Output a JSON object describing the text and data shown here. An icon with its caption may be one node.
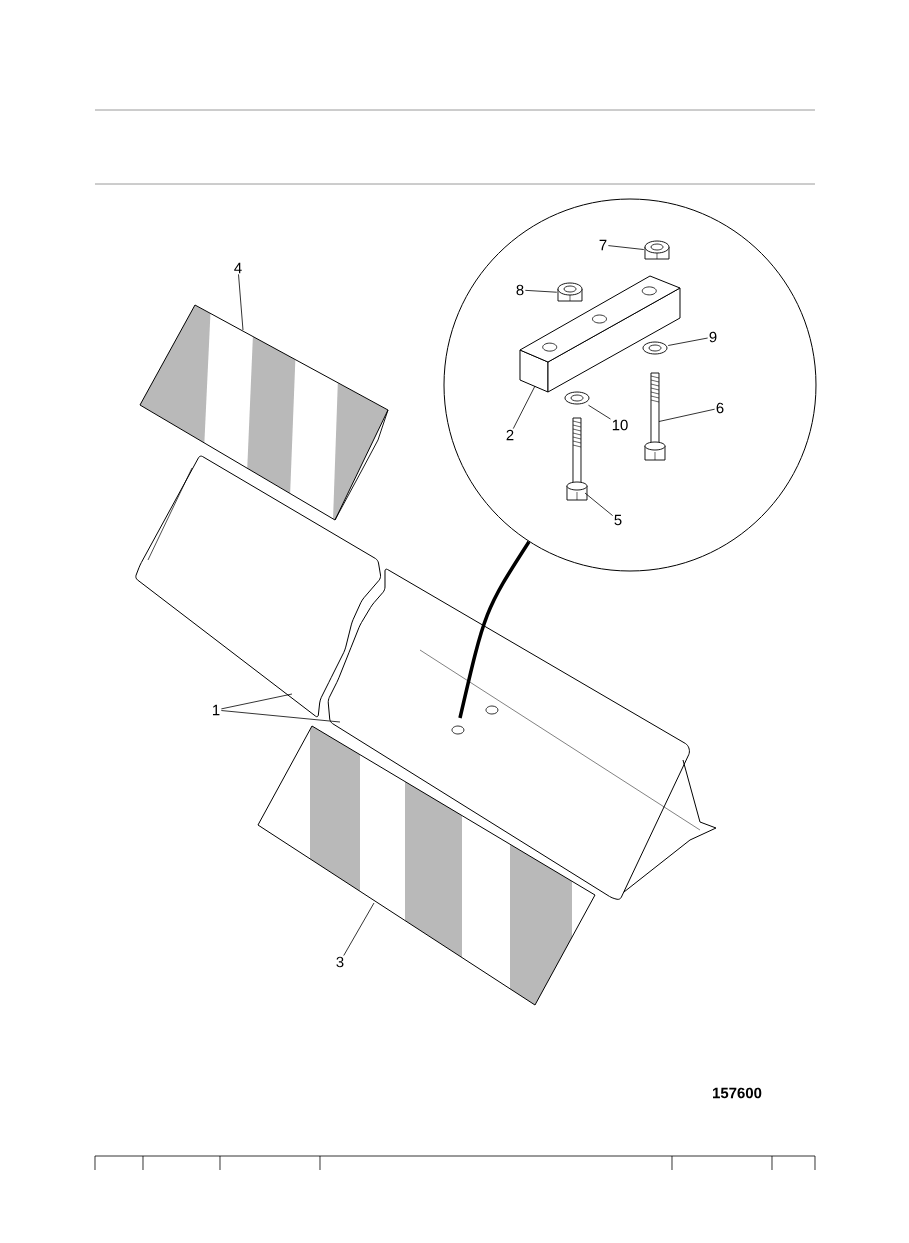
{
  "diagram": {
    "nodes": [
      {
        "text": [
          "4"
        ]
      },
      {
        "text": [],
        "shape": "picture"
      },
      {
        "text": [],
        "shape": "circle"
      },
      {
        "text": [
          "7"
        ],
        "in": 2
      },
      {
        "text": [],
        "shape": "picture",
        "in": 2
      },
      {
        "text": [
          "8"
        ],
        "in": 2
      },
      {
        "text": [],
        "shape": "picture",
        "in": 2
      },
      {
        "text": [
          "9"
        ],
        "in": 2
      },
      {
        "text": [],
        "shape": "picture",
        "in": 2
      },
      {
        "text": [
          "2"
        ],
        "in": 2
      },
      {
        "text": [],
        "shape": "picture",
        "in": 2
      },
      {
        "text": [
          "10"
        ],
        "in": 2
      },
      {
        "text": [],
        "shape": "picture",
        "in": 2
      },
      {
        "text": [
          "6"
        ],
        "in": 2
      },
      {
        "text": [],
        "shape": "picture",
        "in": 2
      },
      {
        "text": [
          "5"
        ],
        "in": 2
      },
      {
        "text": [],
        "shape": "picture",
        "in": 2
      },
      {
        "text": [
          "1"
        ]
      },
      {
        "text": [],
        "shape": "picture"
      },
      {
        "text": [],
        "shape": "picture"
      },
      {
        "text": [
          "3"
        ]
      },
      {
        "text": [],
        "shape": "picture"
      }
    ],
    "edges": [
      {
        "from": 0,
        "to": 1,
        "arrow": "none"
      },
      {
        "from": 3,
        "to": 4,
        "arrow": "none"
      },
      {
        "from": 5,
        "to": 6,
        "arrow": "none"
      },
      {
        "from": 7,
        "to": 8,
        "arrow": "none"
      },
      {
        "from": 9,
        "to": 10,
        "arrow": "none"
      },
      {
        "from": 11,
        "to": 12,
        "arrow": "none"
      },
      {
        "from": 13,
        "to": 14,
        "arrow": "none"
      },
      {
        "from": 15,
        "to": 16,
        "arrow": "none"
      },
      {
        "from": 17,
        "to": 18,
        "arrow": "none"
      },
      {
        "from": 17,
        "to": 19,
        "arrow": "none"
      },
      {
        "from": 20,
        "to": 21,
        "arrow": "none"
      },
      {
        "from": 2,
        "to": 19,
        "arrow": "none",
        "style": "thick"
      }
    ],
    "labels": [
      "157600"
    ]
  }
}
